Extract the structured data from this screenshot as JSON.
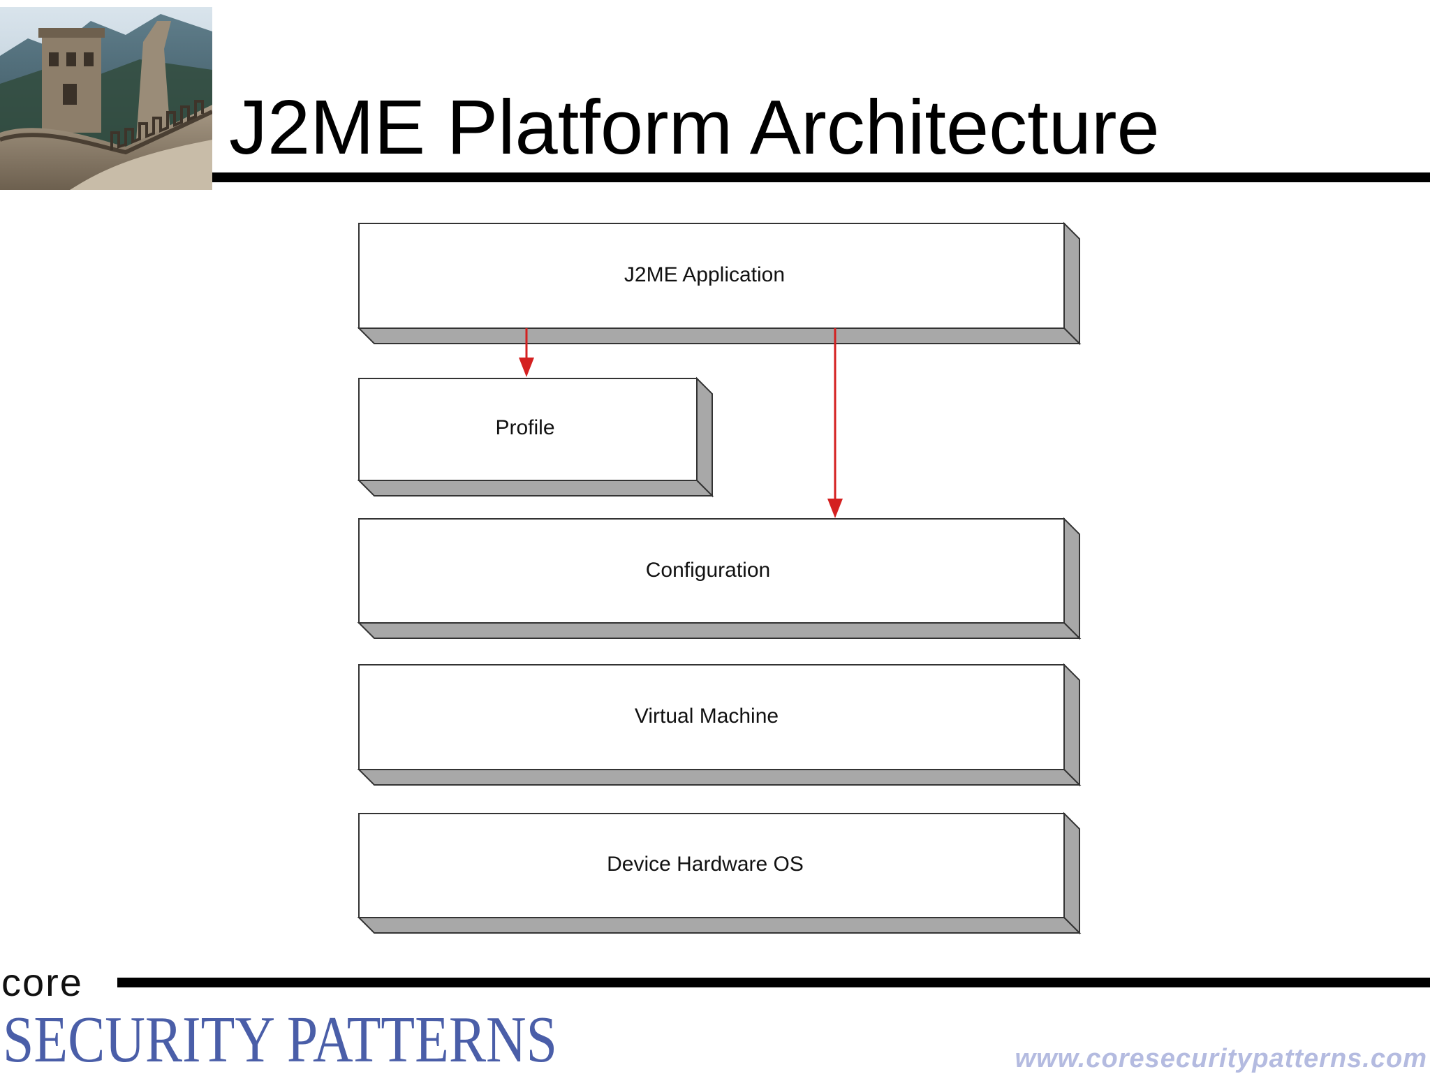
{
  "header": {
    "title": "J2ME Platform Architecture"
  },
  "diagram": {
    "layers": [
      {
        "label": "J2ME Application"
      },
      {
        "label": "Profile"
      },
      {
        "label": "Configuration"
      },
      {
        "label": "Virtual Machine"
      },
      {
        "label": "Device Hardware OS"
      }
    ],
    "arrows": [
      {
        "from": "J2ME Application",
        "to": "Profile"
      },
      {
        "from": "J2ME Application",
        "to": "Configuration"
      }
    ],
    "colors": {
      "arrow": "#d42020",
      "box_fill": "#ffffff",
      "box_shadow": "#a8a8a8",
      "outline": "#333333"
    }
  },
  "footer": {
    "logo_core": "core",
    "logo_main": "SECURITY PATTERNS",
    "url": "www.coresecuritypatterns.com"
  }
}
